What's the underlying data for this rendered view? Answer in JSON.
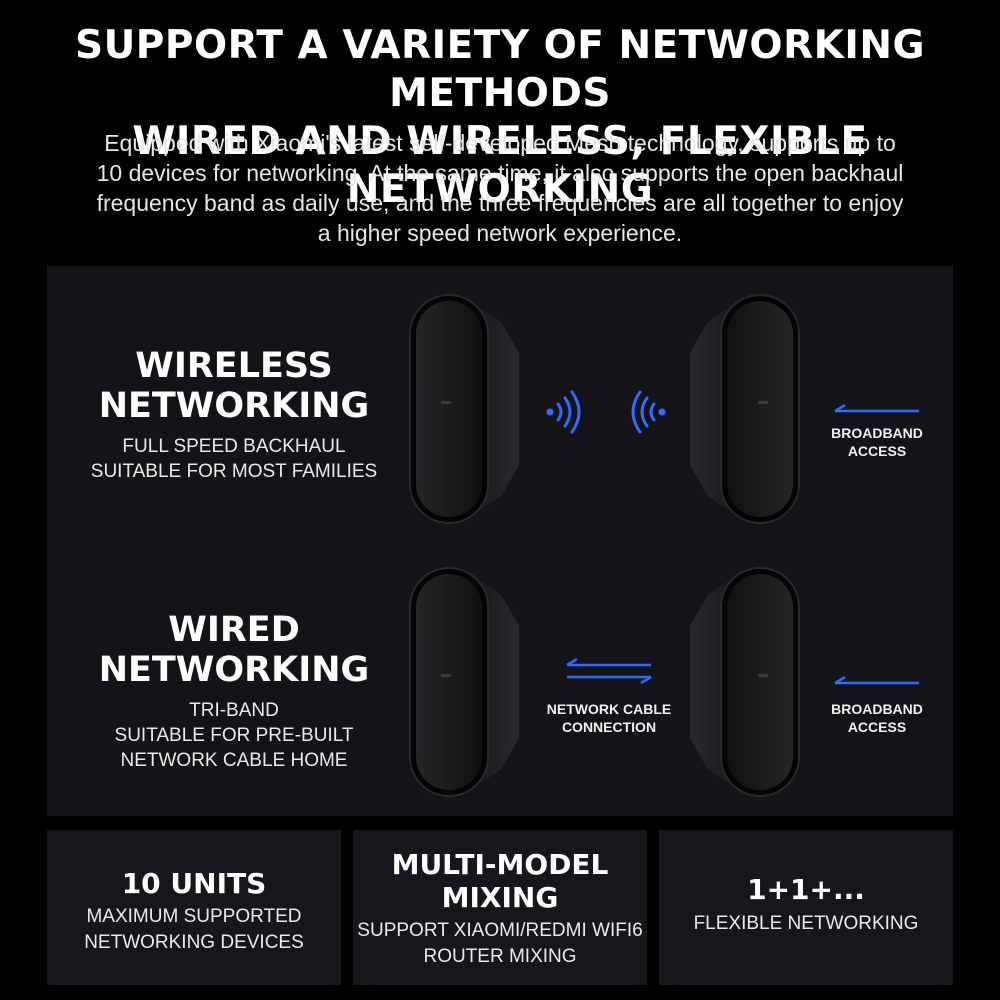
{
  "header": {
    "line1": "SUPPORT A VARIETY OF NETWORKING METHODS",
    "line2": "WIRED AND WIRELESS, FLEXIBLE NETWORKING",
    "desc1": "Equipped with Xiaomi's latest self-developed Mesh technology, supports up to",
    "desc2": "10 devices for networking. At the same time, it also supports the open backhaul",
    "desc3": "frequency band as daily use, and the three frequencies are all together to enjoy",
    "desc4": "a higher speed network experience."
  },
  "wireless": {
    "title1": "WIRELESS",
    "title2": "NETWORKING",
    "sub1": "FULL SPEED BACKHAUL",
    "sub2": "SUITABLE FOR MOST FAMILIES",
    "broadband1": "BROADBAND",
    "broadband2": "ACCESS"
  },
  "wired": {
    "title1": "WIRED",
    "title2": "NETWORKING",
    "sub1": "TRI-BAND",
    "sub2": "SUITABLE FOR PRE-BUILT",
    "sub3": "NETWORK CABLE HOME",
    "cable1": "NETWORK CABLE",
    "cable2": "CONNECTION",
    "broadband1": "BROADBAND",
    "broadband2": "ACCESS"
  },
  "cards": [
    {
      "title1": "10 UNITS",
      "title2": "",
      "sub1": "MAXIMUM SUPPORTED",
      "sub2": "NETWORKING DEVICES"
    },
    {
      "title1": "MULTI-MODEL",
      "title2": "MIXING",
      "sub1": "SUPPORT XIAOMI/REDMI WIFI6",
      "sub2": "ROUTER MIXING"
    },
    {
      "title1": "1+1+...",
      "title2": "",
      "sub1": "FLEXIBLE NETWORKING",
      "sub2": ""
    }
  ],
  "colors": {
    "accent_blue": "#2f6bff",
    "panel_bg": "#141418",
    "card_bg": "#17171b"
  },
  "icons": [
    "router-device-icon",
    "wifi-signal-right-icon",
    "wifi-signal-left-icon",
    "arrow-left-icon",
    "double-arrow-icon"
  ]
}
